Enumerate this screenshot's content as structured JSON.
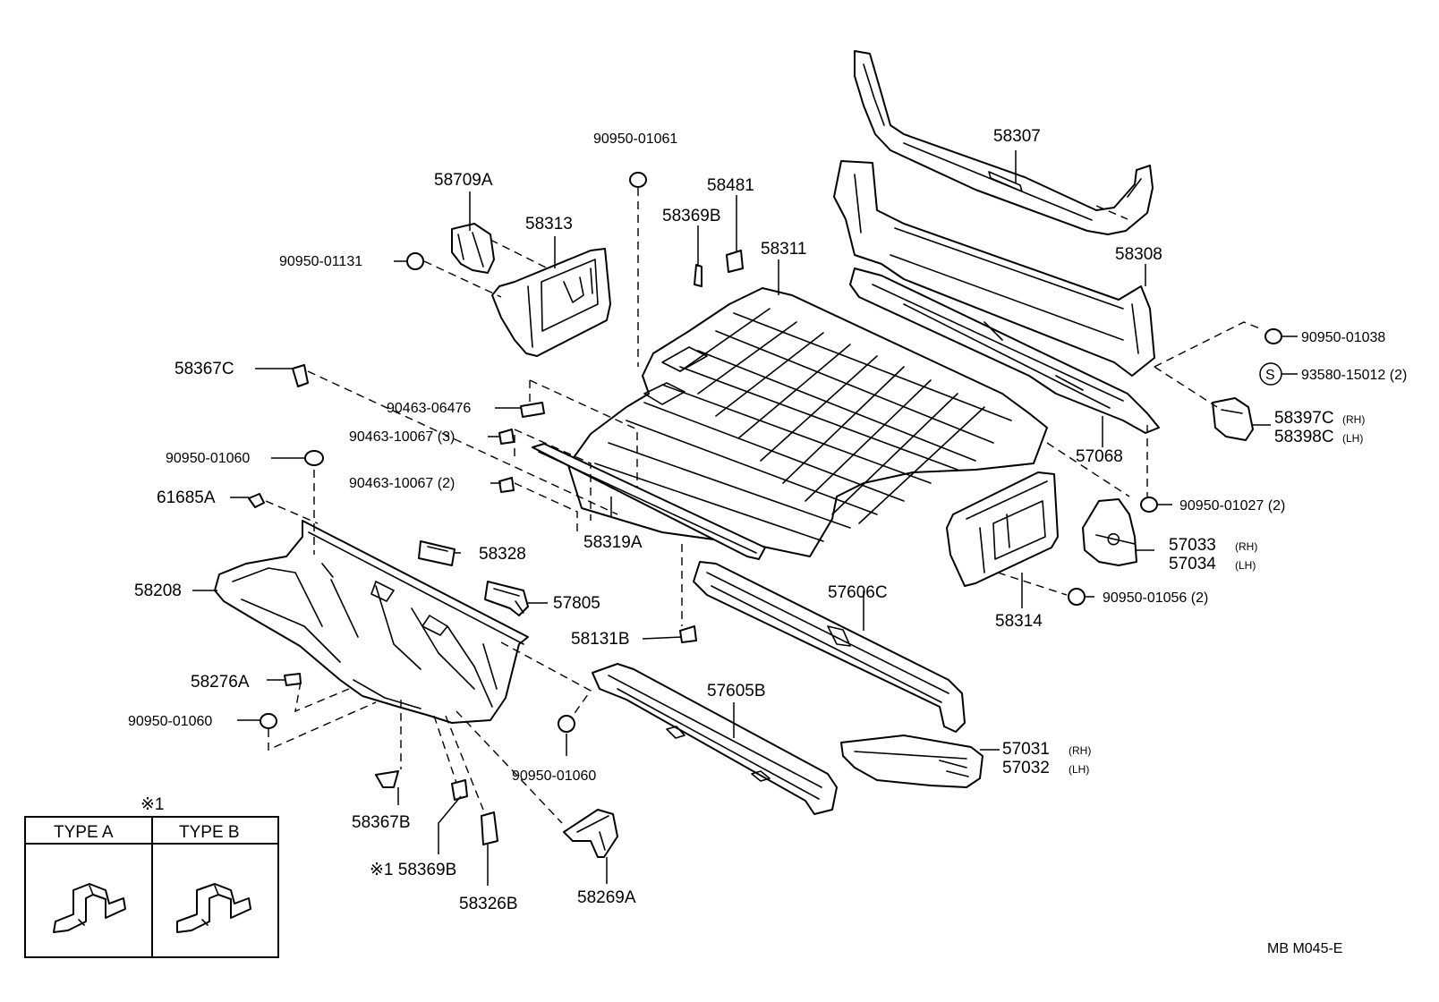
{
  "diagram_id": "MB  M045-E",
  "type_box": {
    "mark": "※1",
    "type_a": "TYPE  A",
    "type_b": "TYPE  B"
  },
  "callouts": [
    {
      "id": "c58307",
      "part_no": "58307",
      "suffix": ""
    },
    {
      "id": "c58308",
      "part_no": "58308",
      "suffix": ""
    },
    {
      "id": "c58311",
      "part_no": "58311",
      "suffix": ""
    },
    {
      "id": "c58313",
      "part_no": "58313",
      "suffix": ""
    },
    {
      "id": "c58709a",
      "part_no": "58709A",
      "suffix": ""
    },
    {
      "id": "c90950_01061",
      "part_no": "90950-01061",
      "suffix": ""
    },
    {
      "id": "c58481",
      "part_no": "58481",
      "suffix": ""
    },
    {
      "id": "c58369b_top",
      "part_no": "58369B",
      "suffix": ""
    },
    {
      "id": "c90950_01131",
      "part_no": "90950-01131",
      "suffix": ""
    },
    {
      "id": "c58367c",
      "part_no": "58367C",
      "suffix": ""
    },
    {
      "id": "c90463_06476",
      "part_no": "90463-06476",
      "suffix": ""
    },
    {
      "id": "c90463_10067_3",
      "part_no": "90463-10067 (3)",
      "suffix": ""
    },
    {
      "id": "c90463_10067_2",
      "part_no": "90463-10067 (2)",
      "suffix": ""
    },
    {
      "id": "c90950_01060_a",
      "part_no": "90950-01060",
      "suffix": ""
    },
    {
      "id": "c61685a",
      "part_no": "61685A",
      "suffix": ""
    },
    {
      "id": "c58319a",
      "part_no": "58319A",
      "suffix": ""
    },
    {
      "id": "c58328",
      "part_no": "58328",
      "suffix": ""
    },
    {
      "id": "c58208",
      "part_no": "58208",
      "suffix": ""
    },
    {
      "id": "c57805",
      "part_no": "57805",
      "suffix": ""
    },
    {
      "id": "c58131b",
      "part_no": "58131B",
      "suffix": ""
    },
    {
      "id": "c58276a",
      "part_no": "58276A",
      "suffix": ""
    },
    {
      "id": "c90950_01060_b",
      "part_no": "90950-01060",
      "suffix": ""
    },
    {
      "id": "c90950_01060_c",
      "part_no": "90950-01060",
      "suffix": ""
    },
    {
      "id": "c58367b",
      "part_no": "58367B",
      "suffix": ""
    },
    {
      "id": "c58369b_bot",
      "part_no": "※1  58369B",
      "suffix": ""
    },
    {
      "id": "c58326b",
      "part_no": "58326B",
      "suffix": ""
    },
    {
      "id": "c58269a",
      "part_no": "58269A",
      "suffix": ""
    },
    {
      "id": "c57605b",
      "part_no": "57605B",
      "suffix": ""
    },
    {
      "id": "c57606c",
      "part_no": "57606C",
      "suffix": ""
    },
    {
      "id": "c57031",
      "part_no": "57031",
      "suffix": "(RH)"
    },
    {
      "id": "c57032",
      "part_no": "57032",
      "suffix": "(LH)"
    },
    {
      "id": "c58314",
      "part_no": "58314",
      "suffix": ""
    },
    {
      "id": "c90950_01056",
      "part_no": "90950-01056 (2)",
      "suffix": ""
    },
    {
      "id": "c57033",
      "part_no": "57033",
      "suffix": "(RH)"
    },
    {
      "id": "c57034",
      "part_no": "57034",
      "suffix": "(LH)"
    },
    {
      "id": "c90950_01027",
      "part_no": "90950-01027 (2)",
      "suffix": ""
    },
    {
      "id": "c57068",
      "part_no": "57068",
      "suffix": ""
    },
    {
      "id": "c58397c",
      "part_no": "58397C",
      "suffix": "(RH)"
    },
    {
      "id": "c58398c",
      "part_no": "58398C",
      "suffix": "(LH)"
    },
    {
      "id": "c93580",
      "part_no": "93580-15012 (2)",
      "suffix": ""
    },
    {
      "id": "c90950_01038",
      "part_no": "90950-01038",
      "suffix": ""
    }
  ]
}
